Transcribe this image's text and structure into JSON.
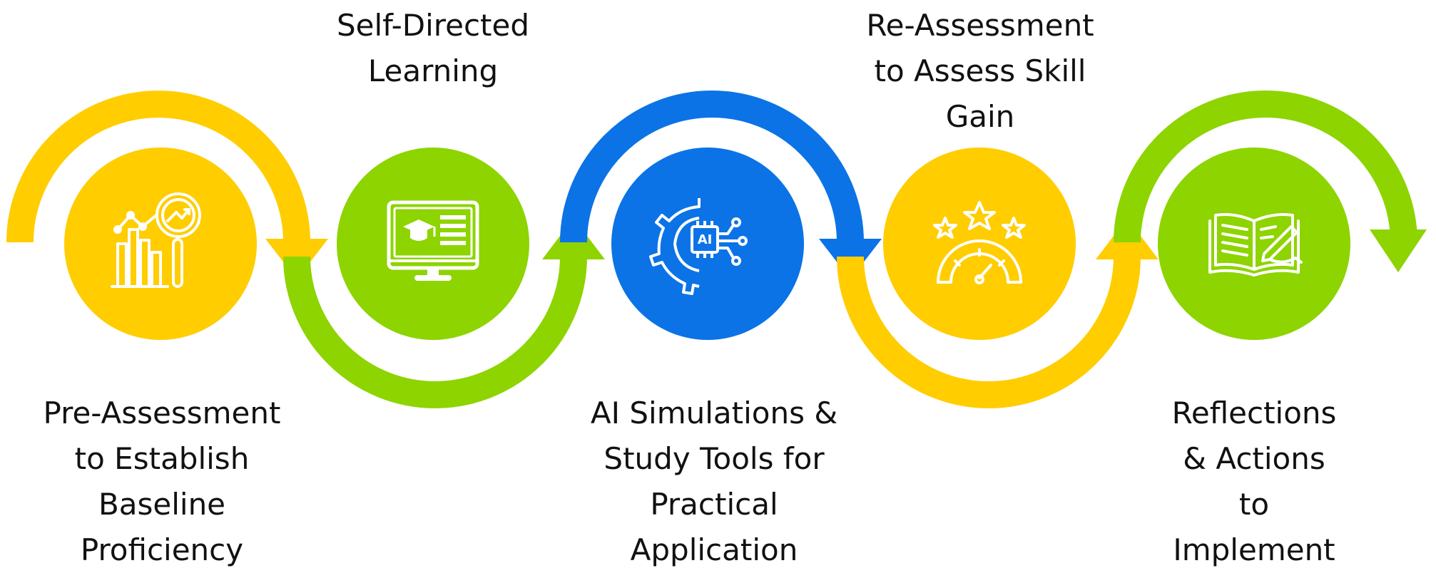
{
  "colors": {
    "yellow": "#FFCD00",
    "green": "#8DD400",
    "blue": "#0B73E6",
    "white": "#FFFFFF",
    "text": "#111111"
  },
  "steps": [
    {
      "icon": "analytics-magnifier-icon",
      "color": "yellow",
      "label_lines": [
        "Pre-Assessment",
        "to Establish",
        "Baseline",
        "Proficiency"
      ]
    },
    {
      "icon": "computer-graduation-cap-icon",
      "color": "green",
      "label_lines": [
        "Self-Directed",
        "Learning"
      ]
    },
    {
      "icon": "ai-gear-chip-icon",
      "color": "blue",
      "label_lines": [
        "AI Simulations &",
        "Study Tools for",
        "Practical",
        "Application"
      ],
      "icon_text": "AI"
    },
    {
      "icon": "stars-gauge-icon",
      "color": "yellow",
      "label_lines": [
        "Re-Assessment",
        "to Assess Skill",
        "Gain"
      ]
    },
    {
      "icon": "open-book-pen-icon",
      "color": "green",
      "label_lines": [
        "Reflections",
        "& Actions",
        "to",
        "Implement"
      ]
    }
  ]
}
